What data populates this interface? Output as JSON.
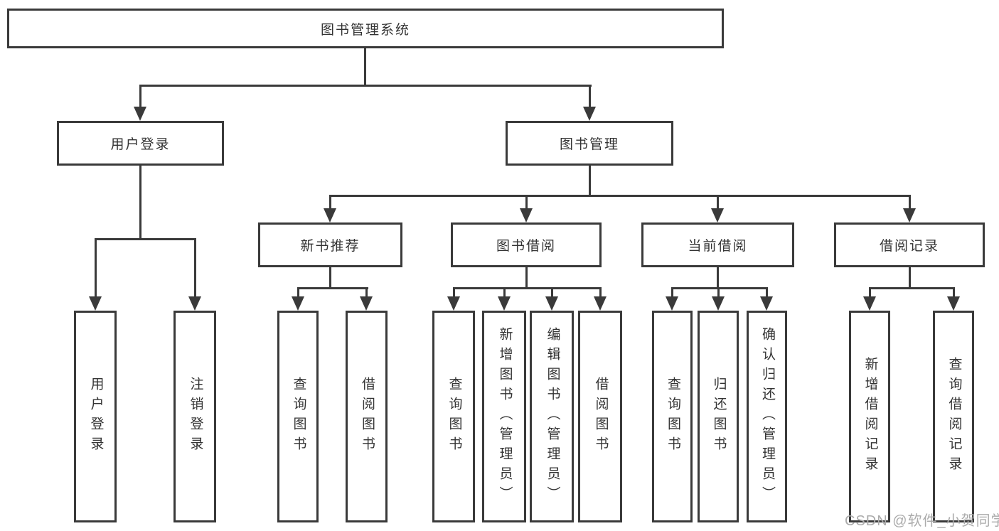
{
  "tree": {
    "label": "图书管理系统",
    "children": [
      {
        "label": "用户登录",
        "children": [
          {
            "label": "用户登录"
          },
          {
            "label": "注销登录"
          }
        ]
      },
      {
        "label": "图书管理",
        "children": [
          {
            "label": "新书推荐",
            "children": [
              {
                "label": "查询图书"
              },
              {
                "label": "借阅图书"
              }
            ]
          },
          {
            "label": "图书借阅",
            "children": [
              {
                "label": "查询图书"
              },
              {
                "label": "新增图书（管理员）"
              },
              {
                "label": "编辑图书（管理员）"
              },
              {
                "label": "借阅图书"
              }
            ]
          },
          {
            "label": "当前借阅",
            "children": [
              {
                "label": "查询图书"
              },
              {
                "label": "归还图书"
              },
              {
                "label": "确认归还（管理员）"
              }
            ]
          },
          {
            "label": "借阅记录",
            "children": [
              {
                "label": "新增借阅记录"
              },
              {
                "label": "查询借阅记录"
              }
            ]
          }
        ]
      }
    ]
  },
  "watermark": {
    "text": "CSDN @软件_小贺同学"
  },
  "colors": {
    "line": "#3a3a3a",
    "text": "#333333",
    "watermark": "#ababab",
    "background": "#ffffff"
  }
}
